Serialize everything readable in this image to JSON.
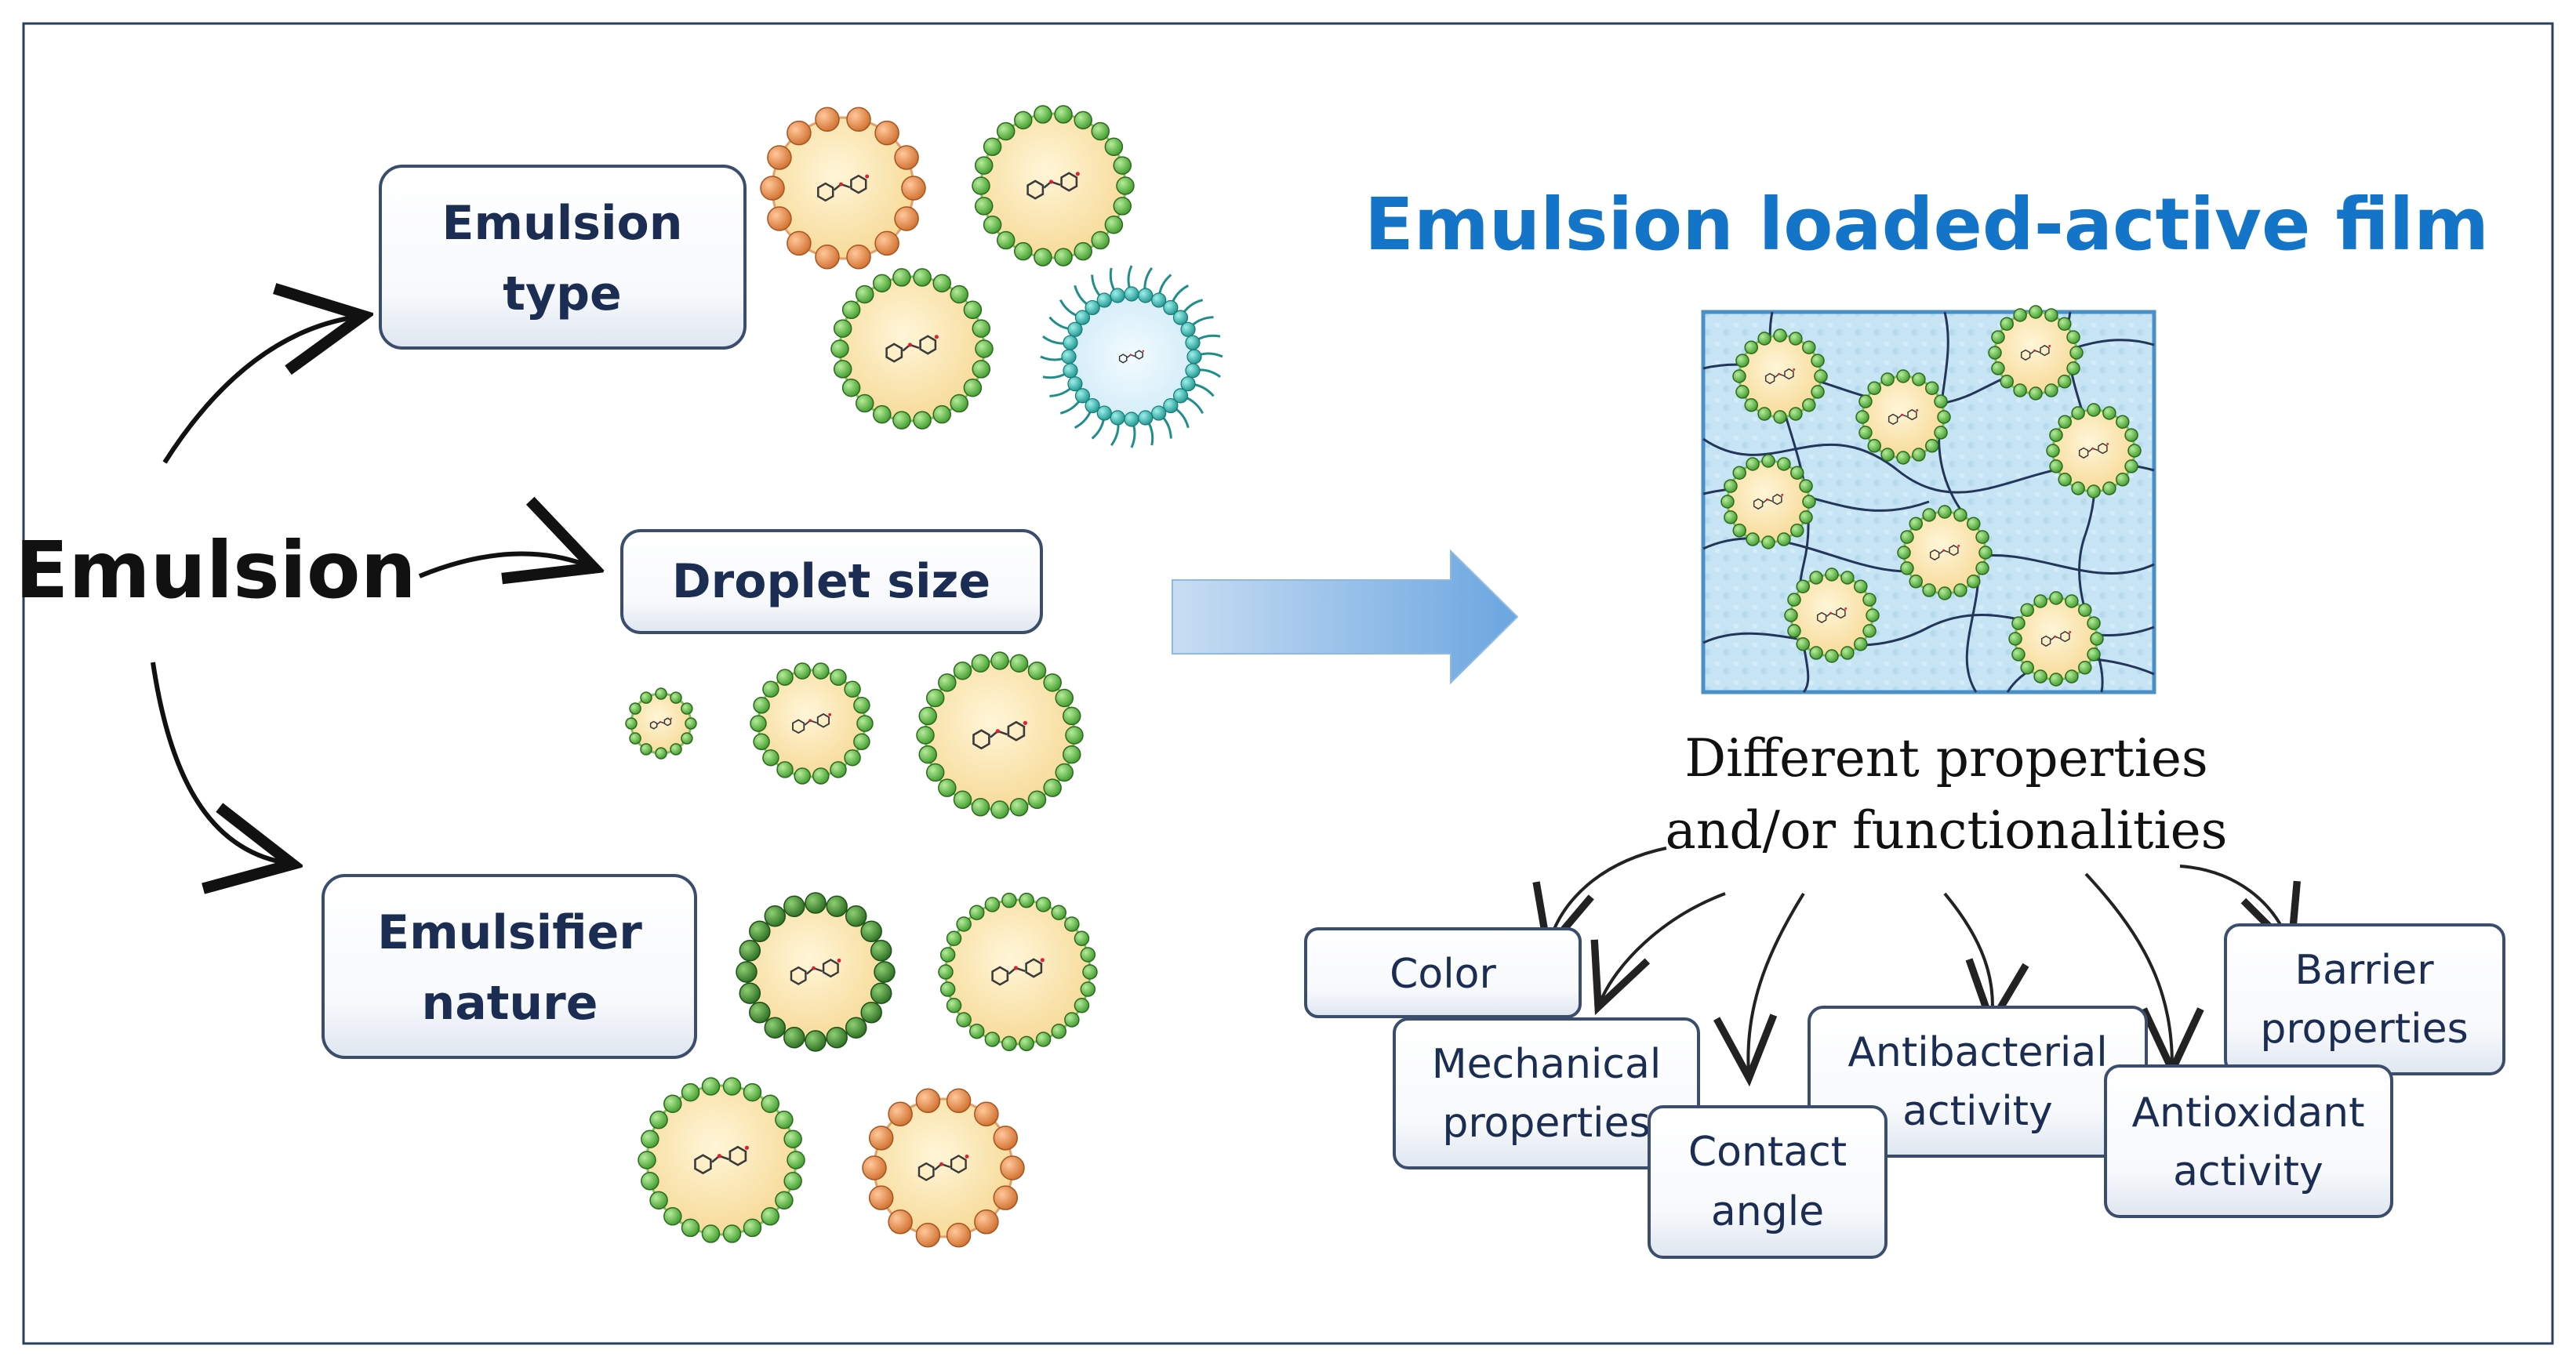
{
  "main_label": "Emulsion",
  "title": "Emulsion loaded-active film",
  "factors": {
    "type": {
      "line1": "Emulsion",
      "line2": "type"
    },
    "size": {
      "label": "Droplet size"
    },
    "emulsifier": {
      "line1": "Emulsifier",
      "line2": "nature"
    }
  },
  "caption": {
    "line1": "Different properties",
    "line2": "and/or functionalities"
  },
  "properties": [
    {
      "line1": "Color",
      "line2": ""
    },
    {
      "line1": "Mechanical",
      "line2": "properties"
    },
    {
      "line1": "Contact",
      "line2": "angle"
    },
    {
      "line1": "Antibacterial",
      "line2": "activity"
    },
    {
      "line1": "Antioxidant",
      "line2": "activity"
    },
    {
      "line1": "Barrier",
      "line2": "properties"
    }
  ],
  "colors": {
    "title_blue": "#1474c8",
    "box_text_navy": "#1b2d52",
    "droplet_core": "#fbe7b4",
    "green_head": "#6cc84e",
    "orange_head": "#e8955a",
    "teal_head": "#3ab9b4",
    "film_blue": "#bfe1f2",
    "arrow_blue": "#88b8e6"
  }
}
